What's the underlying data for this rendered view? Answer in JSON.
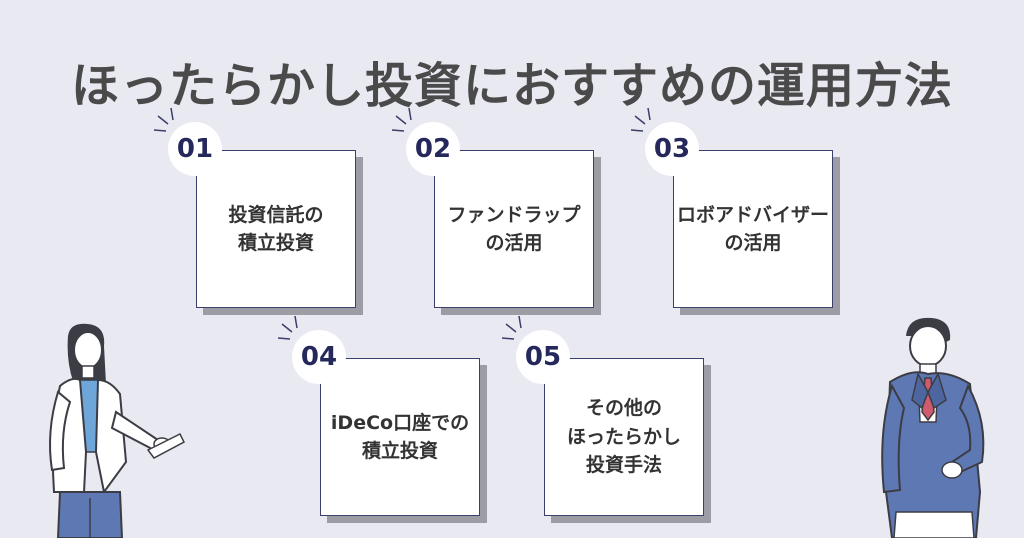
{
  "title": "ほったらかし投資におすすめの運用方法",
  "items": [
    {
      "num": "01",
      "label": "投資信託の\n積立投資"
    },
    {
      "num": "02",
      "label": "ファンドラップ\nの活用"
    },
    {
      "num": "03",
      "label": "ロボアドバイザー\nの活用"
    },
    {
      "num": "04",
      "label": "iDeCo口座での\n積立投資"
    },
    {
      "num": "05",
      "label": "その他の\nほったらかし\n投資手法"
    }
  ],
  "colors": {
    "background": "#e9e9f1",
    "card_border": "#3a3f6b",
    "number": "#24285a",
    "title": "#4a4a4a",
    "shadow": "#9c9ca4"
  }
}
